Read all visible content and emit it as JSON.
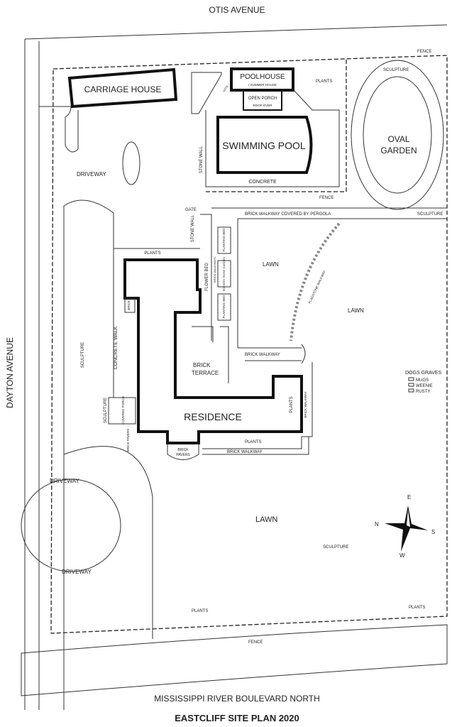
{
  "title": "EASTCLIFF SITE PLAN 2020",
  "streets": {
    "north": "OTIS AVENUE",
    "west": "DAYTON AVENUE",
    "south": "MISSISSIPPI RIVER BOULEVARD NORTH"
  },
  "buildings": {
    "carriage_house": "CARRIAGE HOUSE",
    "poolhouse": "POOLHOUSE",
    "poolhouse_sub": "/ SUMMER HOUSE",
    "open_porch": "OPEN PORCH",
    "roof_over": "ROOF OVER",
    "swimming_pool": "SWIMMING POOL",
    "residence": "RESIDENCE",
    "covered_porch": "COVERED PORCH"
  },
  "areas": {
    "oval_garden_1": "OVAL",
    "oval_garden_2": "GARDEN",
    "driveway_top": "DRIVEWAY",
    "driveway_mid": "DRIVEWAY",
    "driveway_bottom": "DRIVEWAY",
    "lawn_top": "LAWN",
    "lawn_right": "LAWN",
    "lawn_bottom": "LAWN",
    "brick_terrace_1": "BRICK",
    "brick_terrace_2": "TERRACE",
    "concrete": "CONCRETE",
    "concrete_walk": "CONCRETE WALK",
    "stone_wall_top": "STONE WALL",
    "stone_wall_mid": "STONE WALL",
    "gate_top": "GATE",
    "gate": "GATE",
    "flower_bed": "FLOWER BED",
    "brick_walkways": "BRICK WALKWAYS",
    "planting_bed_1": "PLANTING BED",
    "rose_garden": "ROGERS' ROSE GARDEN",
    "planting_bed_2": "PLANTING BED",
    "pergola": "BRICK WALKWAY COVERED BY PERGOLA",
    "flagstone": "FLAGSTONE WALKWAY",
    "brick_walkway_mid": "BRICK WALKWAY",
    "brick_walkway_bottom": "BRICK WALKWAY",
    "brick_walkway_side": "BRICK WALKWAY",
    "brick_pavers_1": "BRICK",
    "brick_pavers_2": "PAVERS",
    "brick_pavers_side": "BRICK PAVERS",
    "brick": "BRICK",
    "fence_top": "FENCE",
    "fence_pool": "FENCE",
    "fence_bottom": "FENCE",
    "sculpture_top": "SCULPTURE",
    "sculpture_right": "SCULPTURE",
    "sculpture_left": "SCULPTURE",
    "sculpture_porch": "SCULPTURE",
    "sculpture_lawn": "SCULPTURE",
    "plants_pool": "PLANTS",
    "plants_wall": "PLANTS",
    "plants_residence": "PLANTS",
    "plants_side": "PLANTS",
    "plants_bottom_mid": "PLANTS",
    "plants_bottom_right": "PLANTS"
  },
  "dogs_graves": {
    "heading": "DOGS GRAVES",
    "names": [
      "MUGS",
      "WEENIE",
      "RUSTY"
    ]
  },
  "compass": {
    "n": "N",
    "e": "E",
    "s": "S",
    "w": "W"
  }
}
